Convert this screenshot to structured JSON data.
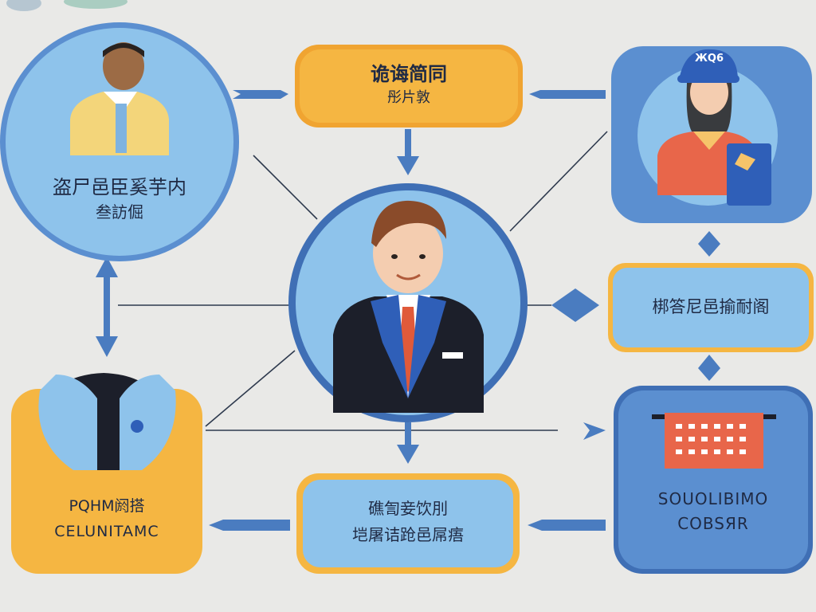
{
  "nodes": {
    "top_box": {
      "line1": "诡诲简同",
      "line2": "彤片敦"
    },
    "top_left_circle": {
      "line1": "盗尸邑臣奚芋内",
      "line2": "叁訪倔"
    },
    "right_mid_box": {
      "line1": "梆答尼邑揄耐阁"
    },
    "bottom_box": {
      "line1": "礁訇妾饮刖",
      "line2": "垲屠诘跄邑屌痦"
    },
    "bottom_left_box": {
      "line1": "PQHM阏搭",
      "line2": "CELUNITAMC"
    },
    "bottom_right_box": {
      "line1": "SOUOLIBIMO",
      "line2": "COBSЯR"
    },
    "top_right_box": {
      "cap_text": "ЖQ6"
    }
  },
  "colors": {
    "background": "#e9e9e7",
    "blue_light": "#8ec3eb",
    "blue_mid": "#5b8fd0",
    "blue_dark": "#3f6fb5",
    "orange": "#f5b642",
    "orange_dark": "#f0a431",
    "red_panel": "#e8664a"
  },
  "icons": [
    "person-yellow-shirt-icon",
    "businessman-icon",
    "worker-cap-icon",
    "keyboard-icon",
    "profile-head-icon"
  ]
}
